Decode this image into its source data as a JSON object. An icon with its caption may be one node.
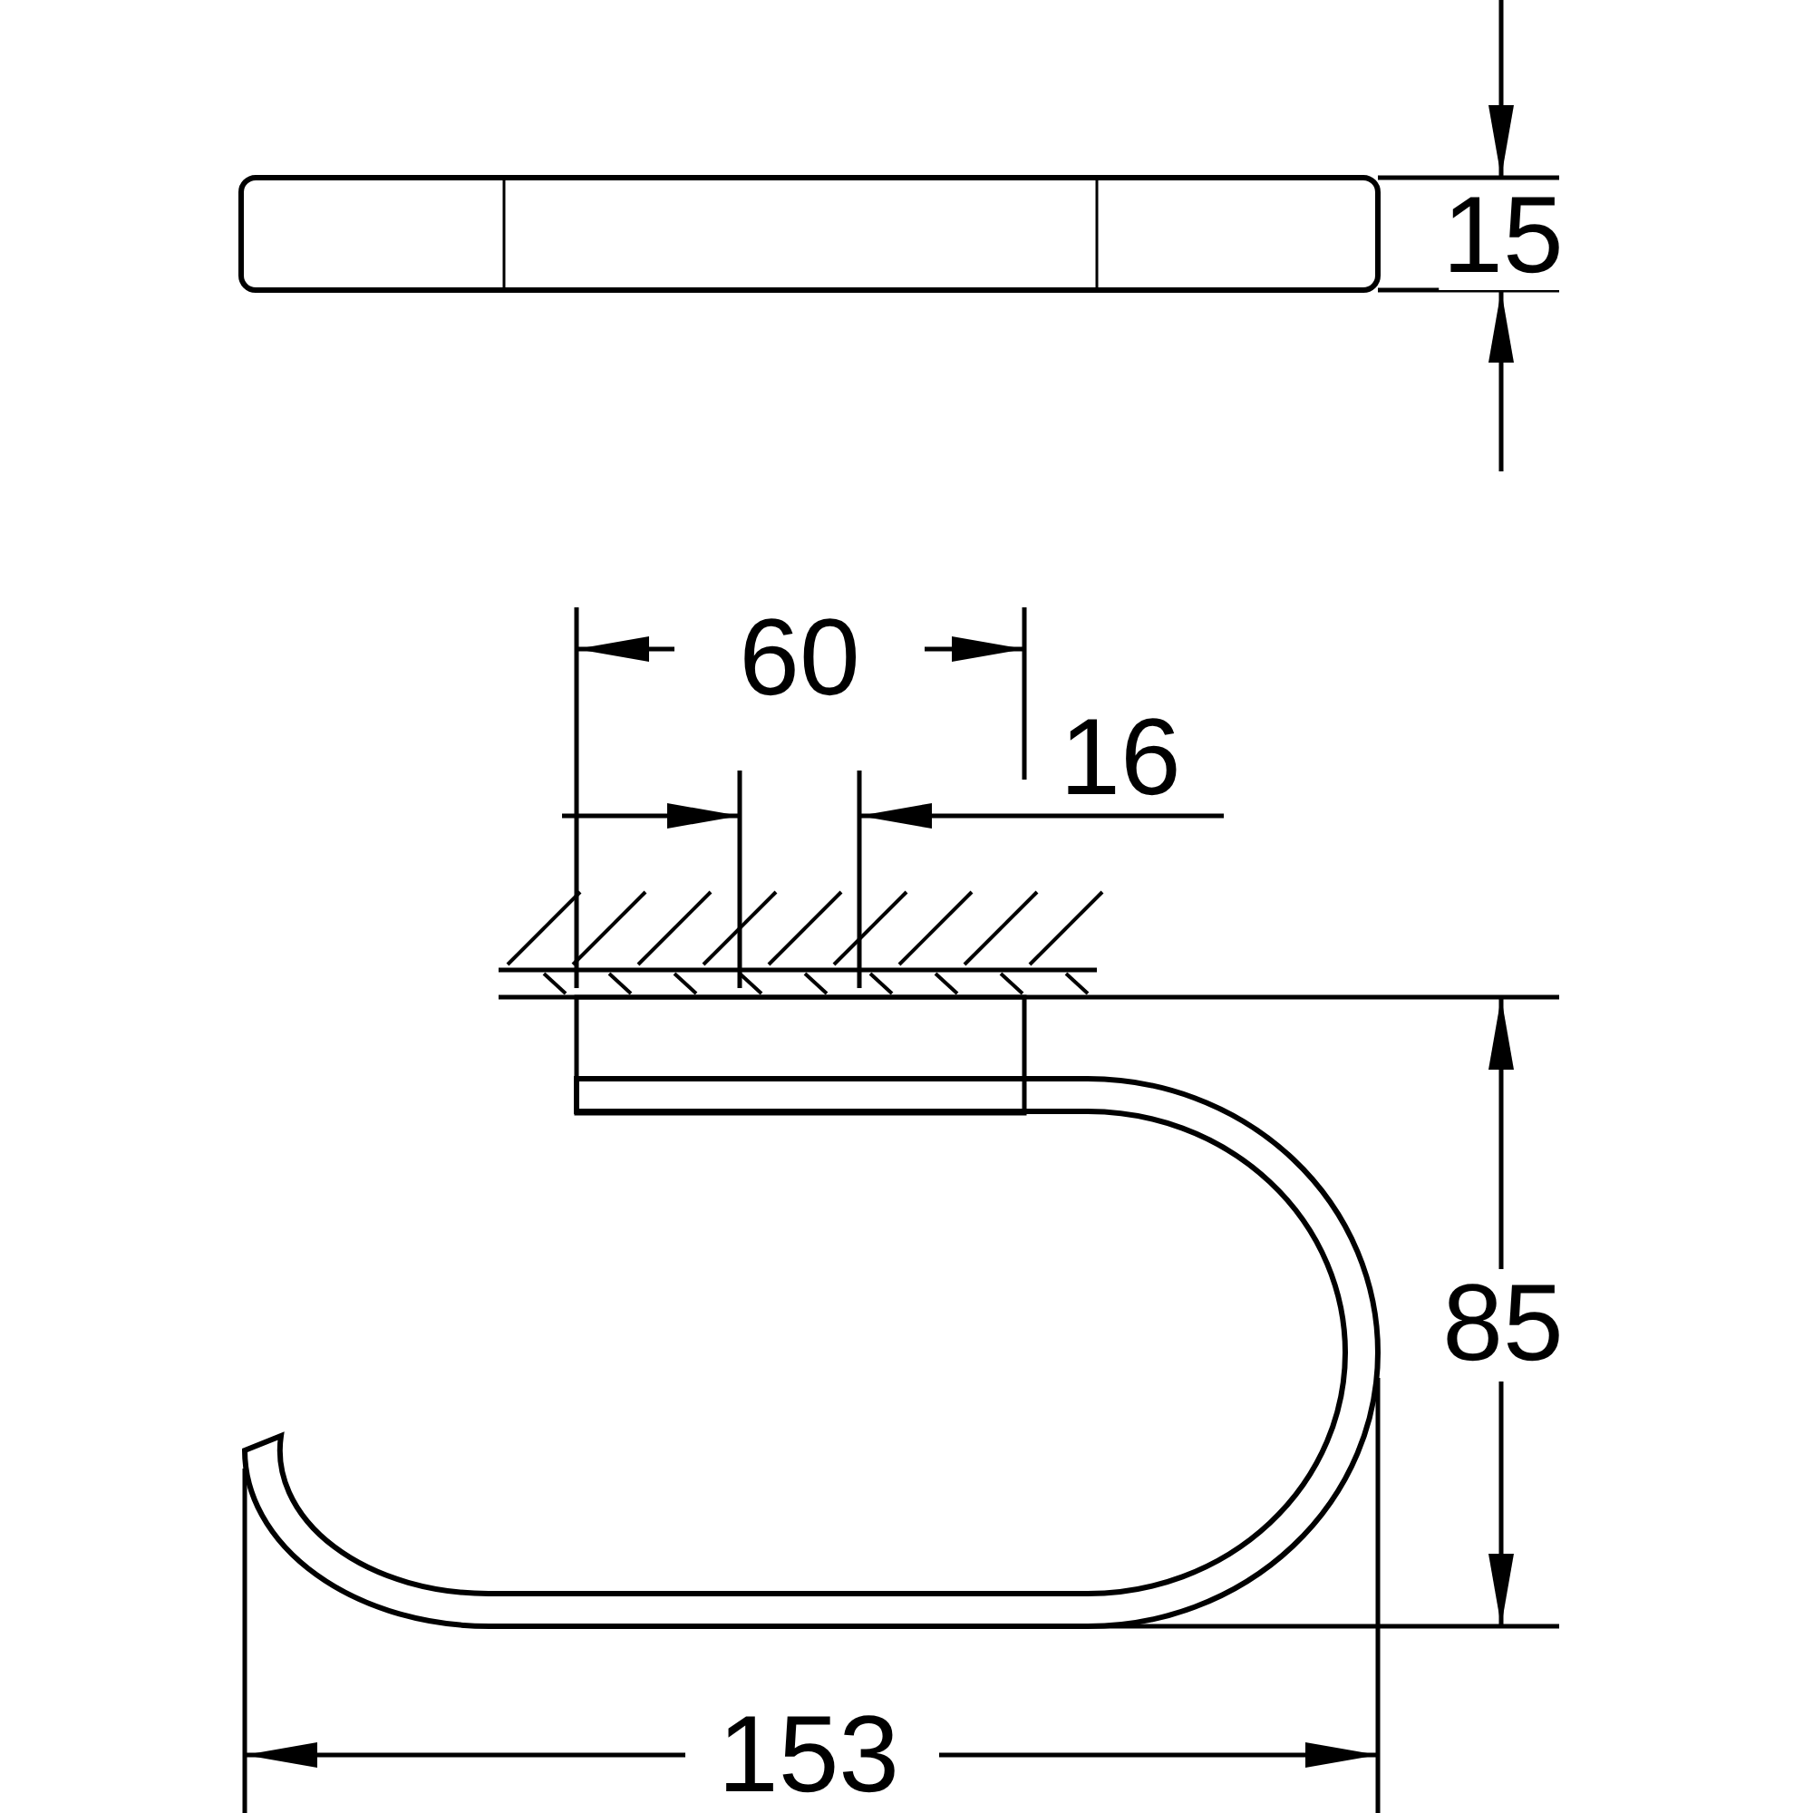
{
  "diagram": {
    "labels": [
      "15",
      "60",
      "16",
      "85",
      "153"
    ]
  }
}
